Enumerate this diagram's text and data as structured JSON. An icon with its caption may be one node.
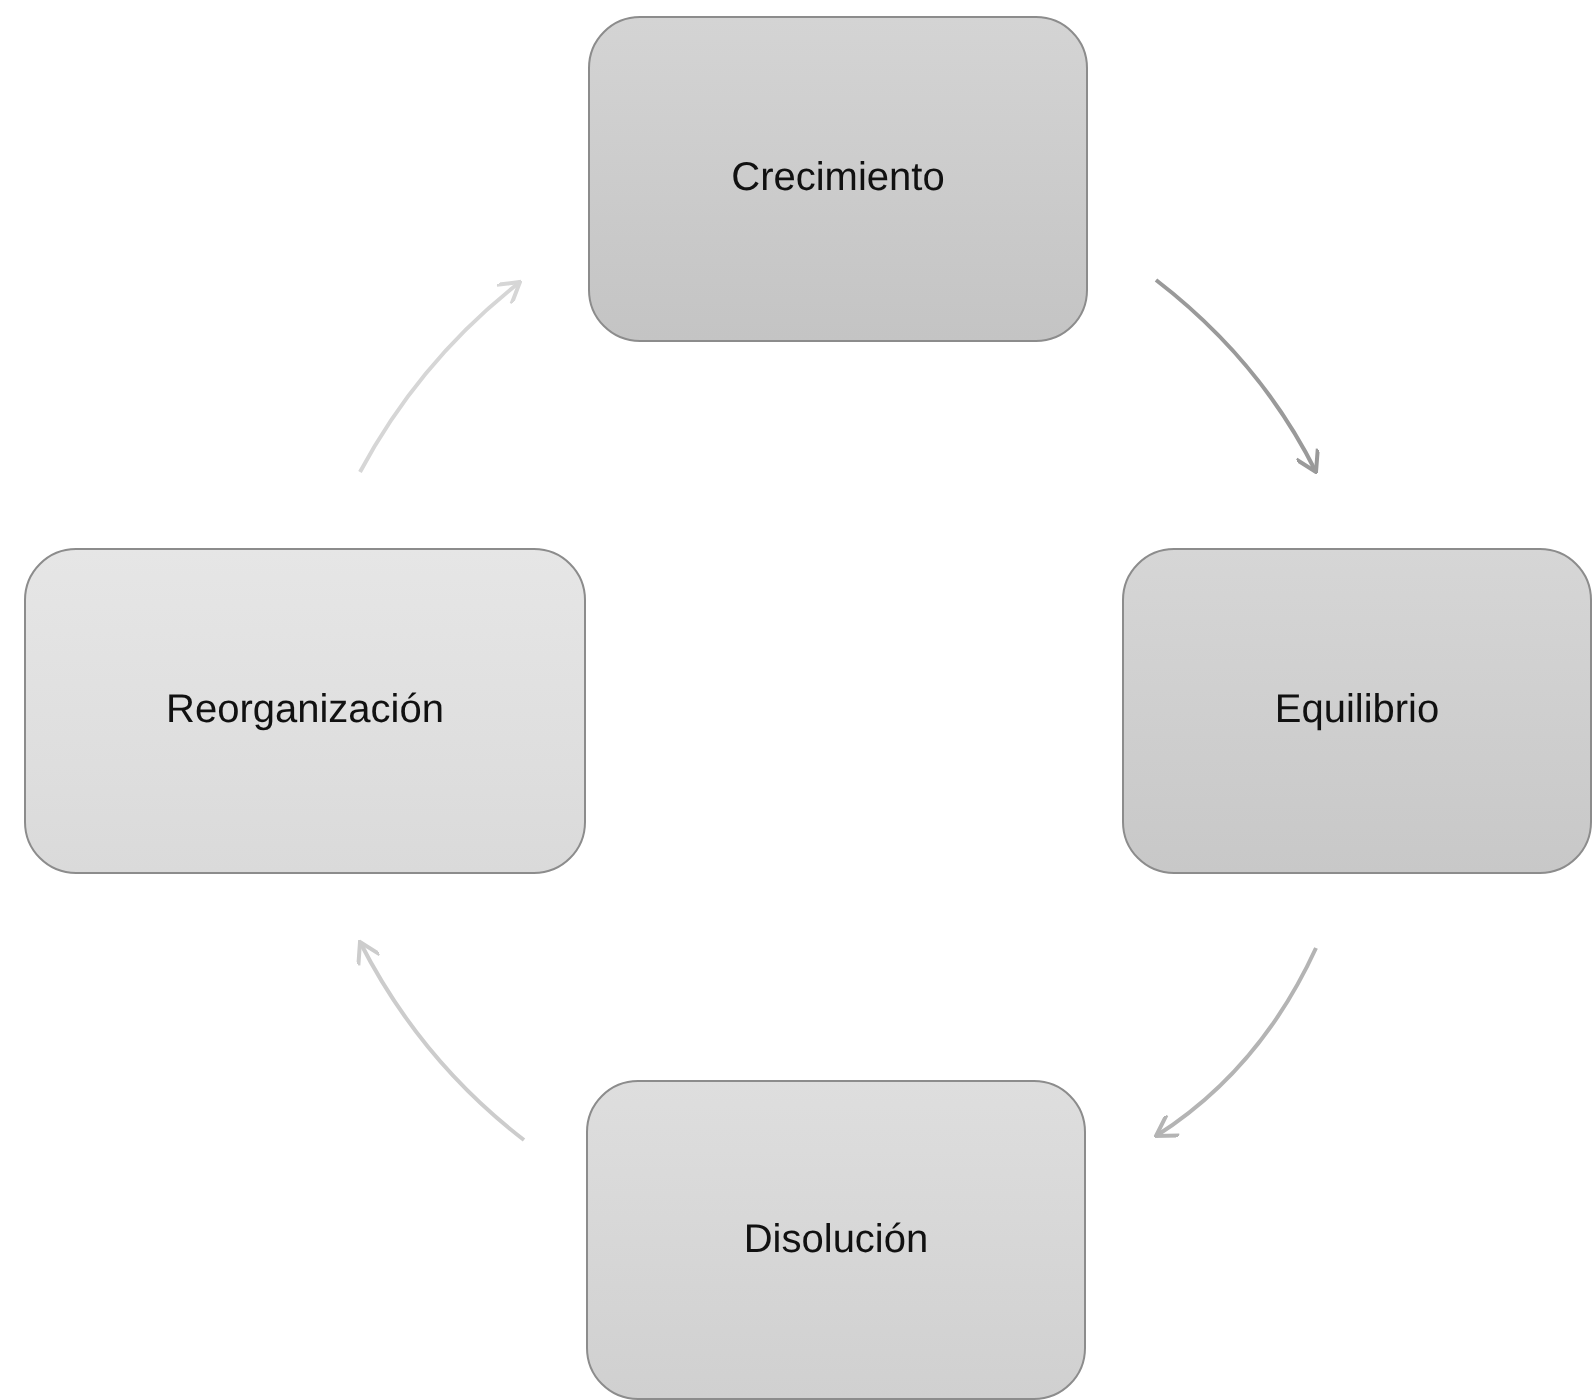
{
  "diagram": {
    "nodes": [
      {
        "text": [
          "Crecimiento"
        ]
      },
      {
        "text": [
          "Equilibrio"
        ]
      },
      {
        "text": [
          "Disolución"
        ]
      },
      {
        "text": [
          "Reorganización"
        ]
      }
    ],
    "edges": [
      {
        "from": 0,
        "to": 1,
        "arrow": "to",
        "color": "#9a9a9a"
      },
      {
        "from": 1,
        "to": 2,
        "arrow": "to",
        "color": "#b4b4b4"
      },
      {
        "from": 2,
        "to": 3,
        "arrow": "to",
        "color": "#cccccc"
      },
      {
        "from": 3,
        "to": 0,
        "arrow": "to",
        "color": "#d6d6d6"
      }
    ]
  }
}
